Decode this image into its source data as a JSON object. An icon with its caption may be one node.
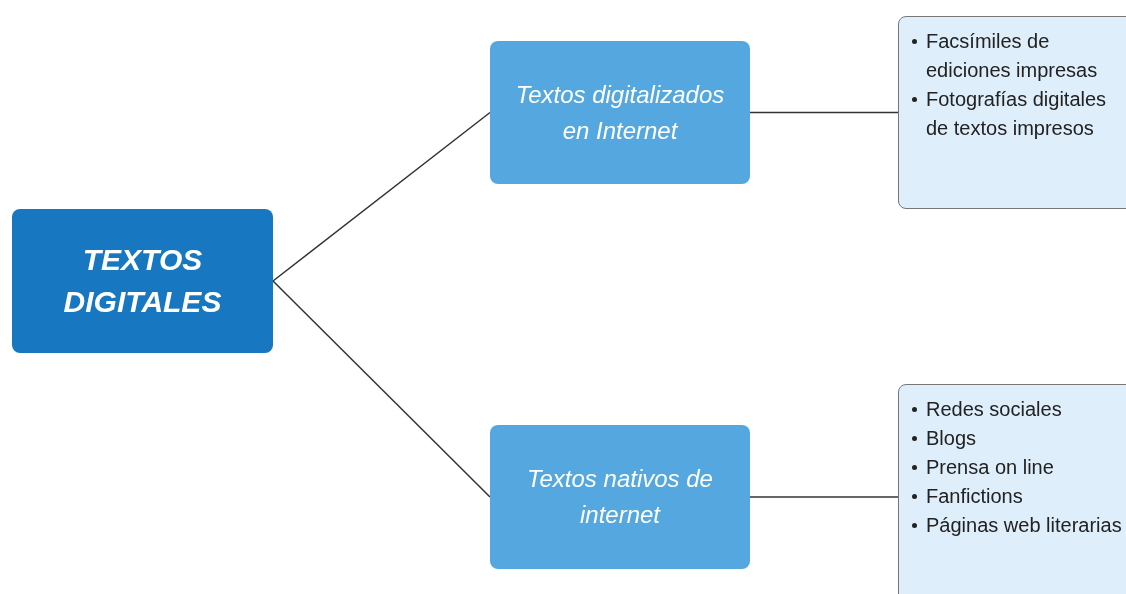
{
  "diagram": {
    "nodes": [
      {
        "text": [
          "TEXTOS DIGITALES"
        ]
      },
      {
        "text": [
          "Textos digitalizados en Internet"
        ]
      },
      {
        "text": [
          "Facsímiles de ediciones impresas",
          "Fotografías digitales de textos impresos"
        ]
      },
      {
        "text": [
          "Textos nativos de internet"
        ]
      },
      {
        "text": [
          "Redes sociales",
          "Blogs",
          "Prensa on line",
          "Fanfictions",
          "Páginas web literarias"
        ]
      }
    ],
    "edges": [
      {
        "from": 0,
        "to": 1,
        "arrow": "none"
      },
      {
        "from": 0,
        "to": 3,
        "arrow": "none"
      },
      {
        "from": 1,
        "to": 2,
        "arrow": "none"
      },
      {
        "from": 3,
        "to": 4,
        "arrow": "none"
      }
    ]
  }
}
